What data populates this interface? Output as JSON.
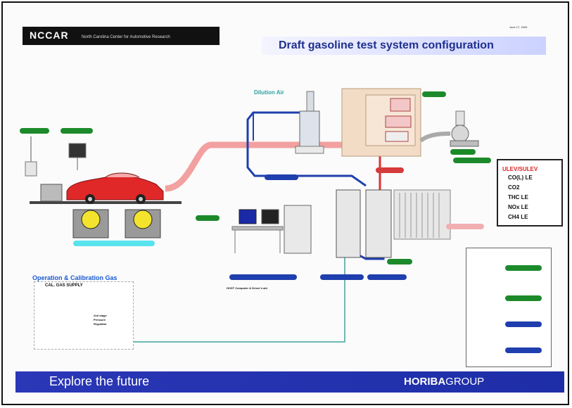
{
  "slide": {
    "logo": "NCCAR",
    "organization": "North Carolina Center for Automotive Research",
    "date": "June 17, 2009",
    "title": "Draft gasoline test system configuration",
    "footer_tagline": "Explore the future",
    "footer_brand_a": "HORIBA",
    "footer_brand_b": "GROUP",
    "dilution_air": "Dilution Air",
    "host_caption": "HOST Computer & Driver's aid",
    "operation_gas": "Operation & Calibration Gas",
    "cal_gas_supply": "CAL. GAS SUPPLY",
    "regulator_label": "2nd stage\nPressure\nRegulator",
    "emissions_box": {
      "header": "ULEV/SULEV",
      "items": [
        "CO(L) LE",
        "CO2",
        "THC LE",
        "NOx LE",
        "CH4 LE"
      ]
    }
  },
  "colors": {
    "footer": "#2a37b7",
    "title": "#1f2f8f",
    "pill_green": "#1c8a2a",
    "pill_blue": "#1f3fae",
    "pipe_pink": "#f3a0a0",
    "pipe_blue": "#1f3fae",
    "pipe_red": "#e03030",
    "pipe_teal": "#6fb9b4"
  }
}
